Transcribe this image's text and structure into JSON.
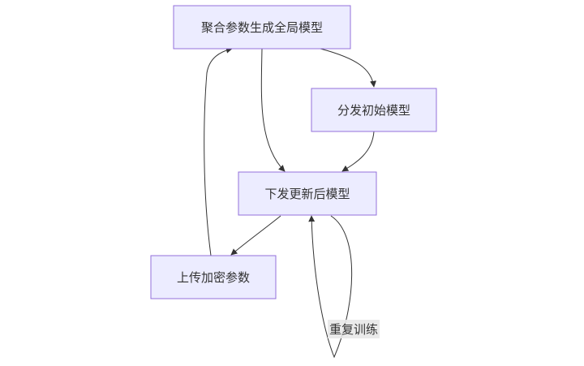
{
  "nodes": {
    "aggregate": "聚合参数生成全局模型",
    "distribute_initial": "分发初始模型",
    "distribute_updated": "下发更新后模型",
    "upload_encrypted": "上传加密参数"
  },
  "edge_labels": {
    "repeat_training": "重复训练"
  }
}
